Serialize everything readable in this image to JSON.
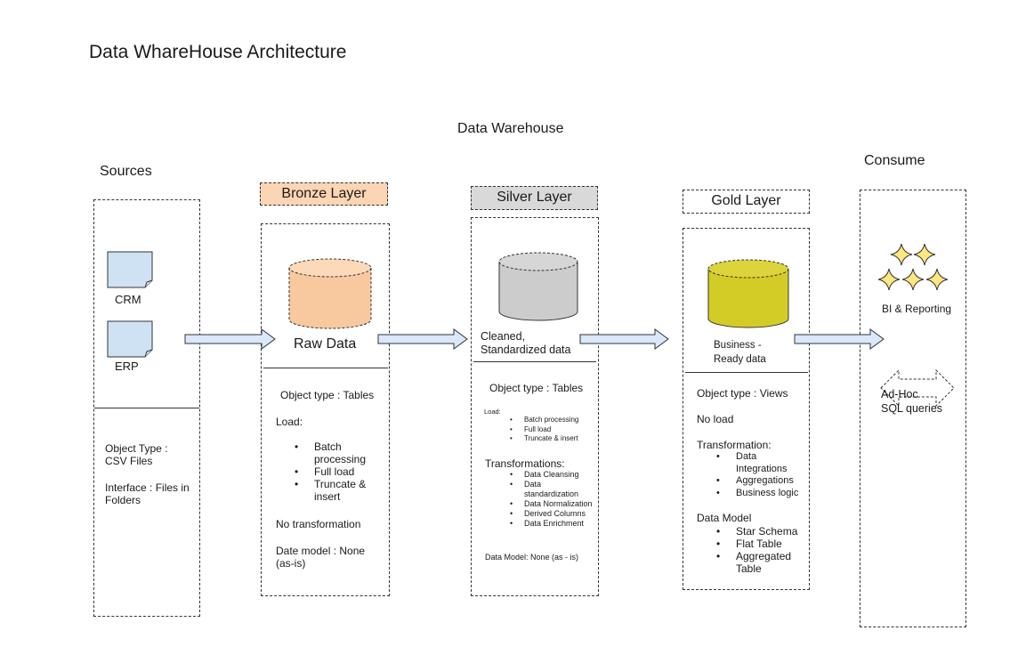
{
  "title": "Data WhareHouse Architecture",
  "warehouse_label": "Data Warehouse",
  "sources": {
    "header": "Sources",
    "files": [
      "CRM",
      "ERP"
    ],
    "object_type": "Object Type : CSV Files",
    "interface": "Interface : Files in Folders"
  },
  "bronze": {
    "label": "Bronze Layer",
    "db_caption": "Raw Data",
    "object_type": "Object type : Tables",
    "load_label": "Load:",
    "load_items": [
      "Batch processing",
      "Full load",
      "Truncate & insert"
    ],
    "transformation": "No transformation",
    "data_model": "Date model : None (as-is)",
    "color_label": "#fcd5b4",
    "color_db": "#f8c99e"
  },
  "silver": {
    "label": "Silver Layer",
    "db_caption_1": "Cleaned,",
    "db_caption_2": "Standardized data",
    "object_type": "Object type : Tables",
    "load_label": "Load:",
    "load_items": [
      "Batch processing",
      "Full load",
      "Truncate & insert"
    ],
    "transform_label": "Transformations:",
    "transform_items": [
      "Data Cleansing",
      "Data standardization",
      "Data Normalization",
      "Derived Columns",
      "Data Enrichment"
    ],
    "data_model": "Data Model: None (as - is)",
    "color_label": "#d9d9d9",
    "color_db": "#cccccc"
  },
  "gold": {
    "label": "Gold Layer",
    "db_caption_1": "Business -",
    "db_caption_2": "Ready data",
    "object_type": "Object type : Views",
    "load": "No load",
    "transform_label": "Transformation:",
    "transform_items": [
      "Data Integrations",
      "Aggregations",
      "Business logic"
    ],
    "model_label": "Data Model",
    "model_items": [
      "Star Schema",
      "Flat Table",
      "Aggregated Table"
    ],
    "color_db": "#d4cc26"
  },
  "consume": {
    "header": "Consume",
    "bi": "BI & Reporting",
    "adhoc_1": "Ad-Hoc",
    "adhoc_2": "SQL queries"
  },
  "colors": {
    "arrow_fill": "#dae8fc",
    "arrow_stroke": "#333333",
    "file_fill": "#cfe2f3",
    "star_fill": "#ffe680"
  }
}
